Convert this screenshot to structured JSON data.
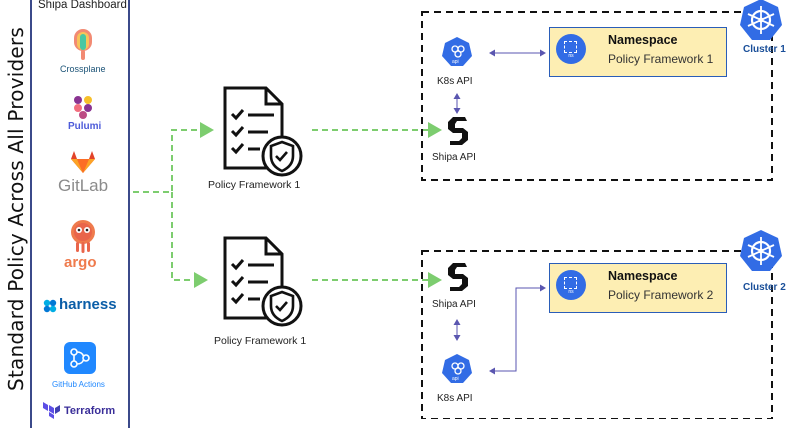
{
  "side_title": "Standard Policy Across All Providers",
  "dashboard": {
    "title": "Shipa Dashboard",
    "logos": [
      {
        "name": "Crossplane",
        "label": "Crossplane"
      },
      {
        "name": "Pulumi",
        "label": "Pulumi"
      },
      {
        "name": "GitLab",
        "label": "GitLab"
      },
      {
        "name": "Argo",
        "label": "argo"
      },
      {
        "name": "Harness",
        "label": "harness"
      },
      {
        "name": "GitHub Actions",
        "label": "GitHub Actions"
      },
      {
        "name": "Terraform",
        "label": "Terraform"
      }
    ]
  },
  "policies": [
    {
      "label": "Policy Framework 1"
    },
    {
      "label": "Policy Framework 1"
    }
  ],
  "clusters": [
    {
      "label": "Cluster 1",
      "k8s_api": "K8s API",
      "api_badge": "api",
      "shipa_api": "Shipa API",
      "namespace": {
        "title": "Namespace",
        "policy": "Policy Framework 1",
        "badge": "ns"
      }
    },
    {
      "label": "Cluster 2",
      "k8s_api": "K8s API",
      "api_badge": "api",
      "shipa_api": "Shipa API",
      "namespace": {
        "title": "Namespace",
        "policy": "Policy Framework 2",
        "badge": "ns"
      }
    }
  ],
  "colors": {
    "flow_arrow": "#7dcd6f",
    "sync_arrow": "#5a56b0",
    "k8s_blue": "#326ce5",
    "namespace_fill": "#fdeeb3",
    "cluster_label": "#1a4f99"
  }
}
